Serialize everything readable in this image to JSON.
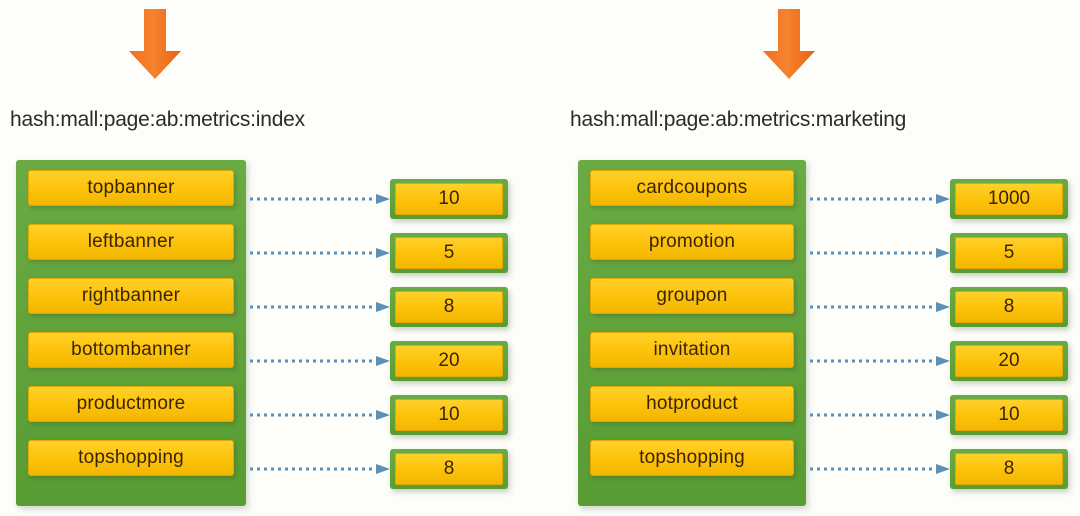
{
  "background_color": "#fdfdfa",
  "accent_colors": {
    "arrow_orange": "#f0762a",
    "container_green": "#5da038",
    "chip_yellow": "#fdc20a",
    "connector_blue": "#5a8fb8",
    "text_dark": "#2b2b2b"
  },
  "groups": [
    {
      "id": "index",
      "arrow_icon": "down-arrow-icon",
      "title": "hash:mall:page:ab:metrics:index",
      "entries": [
        {
          "field": "topbanner",
          "value": "10"
        },
        {
          "field": "leftbanner",
          "value": "5"
        },
        {
          "field": "rightbanner",
          "value": "8"
        },
        {
          "field": "bottombanner",
          "value": "20"
        },
        {
          "field": "productmore",
          "value": "10"
        },
        {
          "field": "topshopping",
          "value": "8"
        }
      ]
    },
    {
      "id": "marketing",
      "arrow_icon": "down-arrow-icon",
      "title": "hash:mall:page:ab:metrics:marketing",
      "entries": [
        {
          "field": "cardcoupons",
          "value": "1000"
        },
        {
          "field": "promotion",
          "value": "5"
        },
        {
          "field": "groupon",
          "value": "8"
        },
        {
          "field": "invitation",
          "value": "20"
        },
        {
          "field": "hotproduct",
          "value": "10"
        },
        {
          "field": "topshopping",
          "value": "8"
        }
      ]
    }
  ]
}
